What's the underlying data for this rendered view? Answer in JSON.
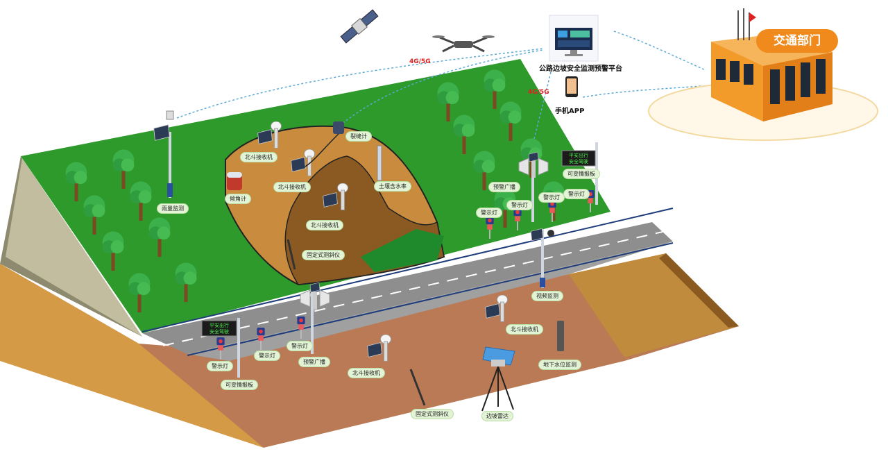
{
  "platform": {
    "label": "公路边坡安全监测预警平台",
    "app_label": "手机APP"
  },
  "network": {
    "link_label_1": "4G/5G",
    "link_label_2": "4G/5G"
  },
  "department": {
    "label": "交通部门"
  },
  "devices": {
    "rain_gauge": "雨量监测",
    "beidou_1": "北斗接收机",
    "beidou_2": "北斗接收机",
    "beidou_3": "北斗接收机",
    "beidou_4": "北斗接收机",
    "beidou_5": "北斗接收机",
    "crack_meter": "裂缝计",
    "soil_moisture": "土壤含水率",
    "tiltmeter": "倾角计",
    "inclinometer_1": "固定式测斜仪",
    "inclinometer_2": "固定式测斜仪",
    "broadcast_1": "预警广播",
    "broadcast_2": "预警广播",
    "info_board_1": "可变情报板",
    "info_board_2": "可变情报板",
    "warning_lights": [
      "警示灯",
      "警示灯",
      "警示灯",
      "警示灯",
      "警示灯",
      "警示灯",
      "警示灯"
    ],
    "video": "视频监测",
    "groundwater": "地下水位监测",
    "radar": "边坡雷达"
  },
  "sign_text": {
    "line1": "平安出行",
    "line2": "安全驾驶"
  },
  "colors": {
    "grass": "#2e9a2c",
    "slide": "#c98c3e",
    "road": "#8e8e8e",
    "soil": "#b97a55",
    "accent": "#f08a1c",
    "link": "#5aa9d6"
  }
}
